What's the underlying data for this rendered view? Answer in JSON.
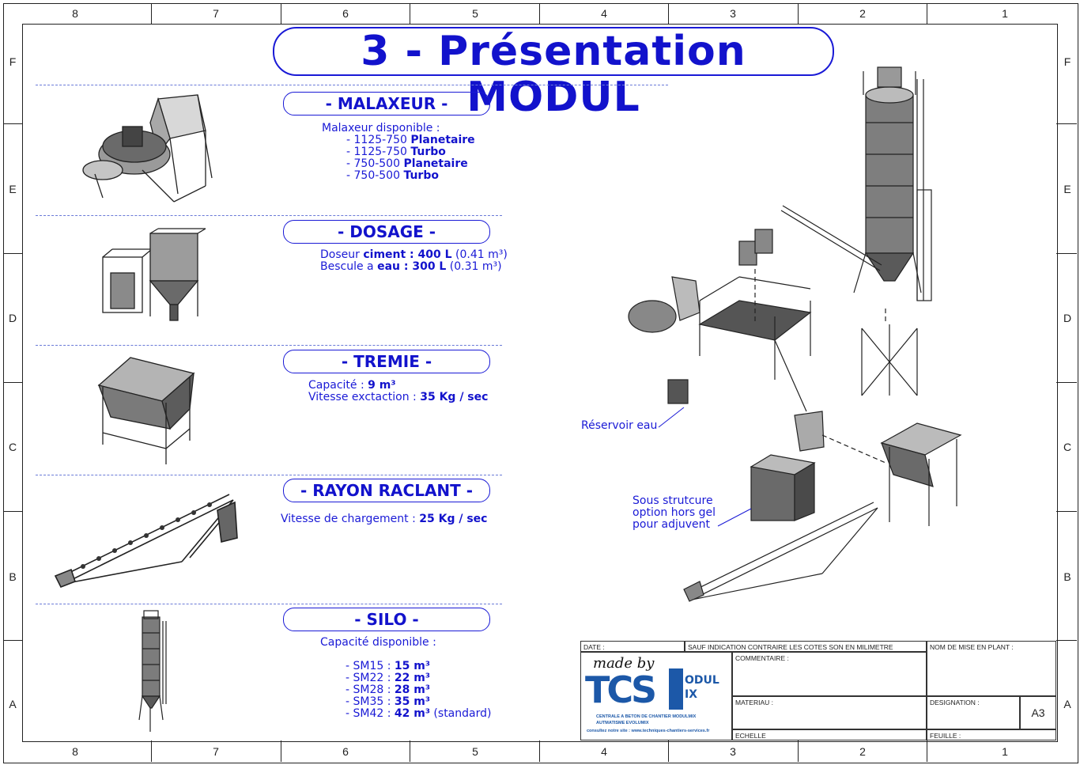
{
  "title": "3 - Présentation MODUL",
  "grid": {
    "columns": [
      "8",
      "7",
      "6",
      "5",
      "4",
      "3",
      "2",
      "1"
    ],
    "rows": [
      "F",
      "E",
      "D",
      "C",
      "B",
      "A"
    ]
  },
  "sections": {
    "malaxeur": {
      "heading": "- MALAXEUR -",
      "intro": "Malaxeur disponible :",
      "items": [
        {
          "prefix": "- 1125-750 ",
          "bold": "Planetaire"
        },
        {
          "prefix": "- 1125-750 ",
          "bold": "Turbo"
        },
        {
          "prefix": "- 750-500 ",
          "bold": "Planetaire"
        },
        {
          "prefix": "- 750-500 ",
          "bold": "Turbo"
        }
      ]
    },
    "dosage": {
      "heading": "- DOSAGE -",
      "line1": {
        "a": "Doseur ",
        "b": "ciment : 400 L",
        "c": " (0.41 m³)"
      },
      "line2": {
        "a": "Bescule a ",
        "b": "eau : 300 L",
        "c": " (0.31 m³)"
      }
    },
    "tremie": {
      "heading": "- TREMIE -",
      "line1": {
        "a": "Capacité : ",
        "b": "9 m³"
      },
      "line2": {
        "a": "Vitesse exctaction : ",
        "b": "35 Kg / sec"
      }
    },
    "rayon": {
      "heading": "- RAYON RACLANT -",
      "line1": {
        "a": "Vitesse de chargement : ",
        "b": "25 Kg / sec"
      }
    },
    "silo": {
      "heading": "- SILO -",
      "intro": "Capacité disponible :",
      "items": [
        {
          "prefix": "- SM15 : ",
          "bold": "15 m³",
          "suffix": ""
        },
        {
          "prefix": "- SM22 : ",
          "bold": "22 m³",
          "suffix": ""
        },
        {
          "prefix": "- SM28 : ",
          "bold": "28 m³",
          "suffix": ""
        },
        {
          "prefix": "- SM35 : ",
          "bold": "35 m³",
          "suffix": ""
        },
        {
          "prefix": "- SM42 : ",
          "bold": "42 m³",
          "suffix": " (standard)"
        }
      ]
    }
  },
  "callouts": {
    "reservoir": "Réservoir eau",
    "structure": [
      "Sous strutcure",
      "option hors gel",
      "pour adjuvent"
    ]
  },
  "title_block": {
    "date": "DATE :",
    "note": "SAUF INDICATION CONTRAIRE LES COTES SON EN MILIMETRE",
    "commentaire": "COMMENTAIRE :",
    "nom": "NOM DE MISE EN PLANT :",
    "materiau": "MATERIAU :",
    "designation": "DESIGNATION :",
    "format": "A3",
    "echelle": "ECHELLE",
    "feuille": "FEUILLE :",
    "logo_made_by": "made by",
    "logo_tcs": "TCS",
    "logo_modul": "ODUL",
    "logo_mix": "IX",
    "logo_line1": "CENTRALE A BETON DE CHANTIER MODULMIX",
    "logo_line2": "AUTMATISME EVOLUMIX",
    "logo_line3": "consultez notre site : www.techniques-chantiers-services.fr"
  }
}
